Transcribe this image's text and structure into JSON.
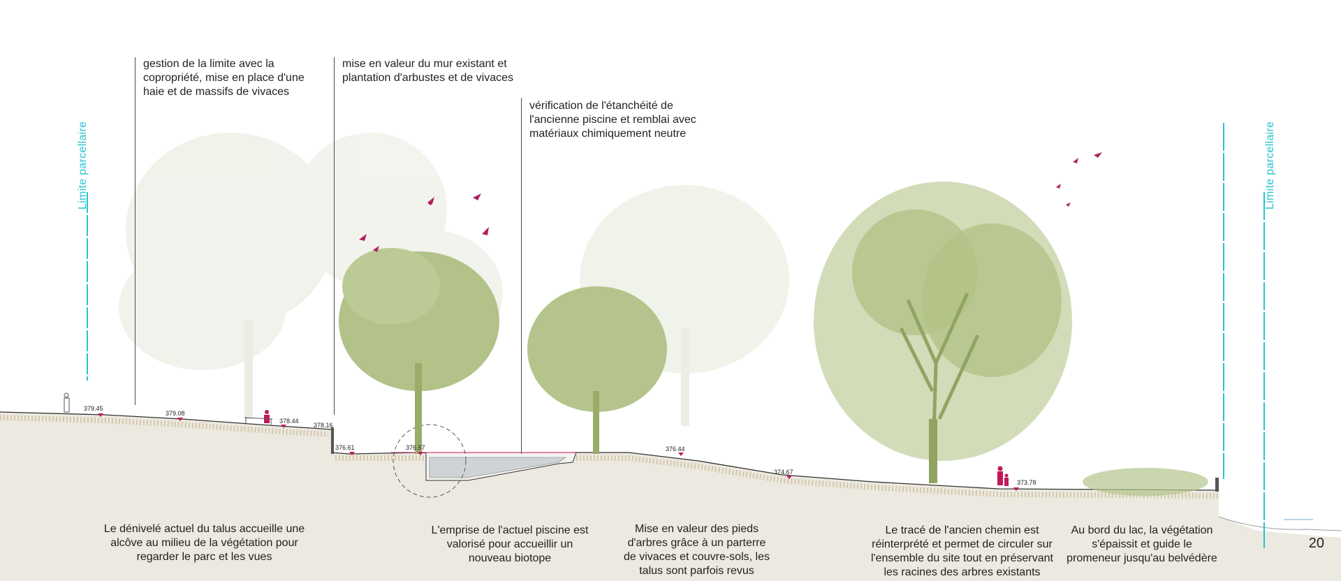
{
  "limits": {
    "left_label": "Limite parcellaire",
    "right_label": "Limite parcellaire",
    "color": "#27c3d0"
  },
  "annotations_top": [
    {
      "text": "gestion de la limite avec la copropriété, mise en place d'une haie et de massifs de vivaces"
    },
    {
      "text": "mise en valeur du mur existant et plantation d'arbustes et de vivaces"
    },
    {
      "text": "vérification de l'étanchéité de l'ancienne piscine et remblai avec matériaux chimiquement neutre"
    }
  ],
  "annotations_bottom": [
    {
      "text": "Le dénivelé actuel du talus accueille une alcôve au milieu de la végétation pour regarder le parc et les vues"
    },
    {
      "text": "L'emprise de l'actuel piscine est valorisé pour accueillir un nouveau biotope"
    },
    {
      "text": "Mise en valeur des pieds d'arbres grâce à un parterre de vivaces et couvre-sols, les talus sont parfois revus"
    },
    {
      "text": "Le tracé de l'ancien chemin est réinterprété et permet de circuler sur l'ensemble du site tout en préservant les racines des arbres existants"
    },
    {
      "text": "Au bord du lac, la végétation s'épaissit et guide le promeneur jusqu'au belvédère"
    }
  ],
  "elevations": [
    "379.45",
    "379.08",
    "378.44",
    "378.16",
    "376.61",
    "376.57",
    "376.44",
    "374.67",
    "373.78"
  ],
  "page_number": "20",
  "colors": {
    "tree": "#9bb06a",
    "tree_faded": "#dfe6d2",
    "bird": "#b0205e",
    "ground": "#ece9e0",
    "accent_mark": "#c2185b"
  }
}
